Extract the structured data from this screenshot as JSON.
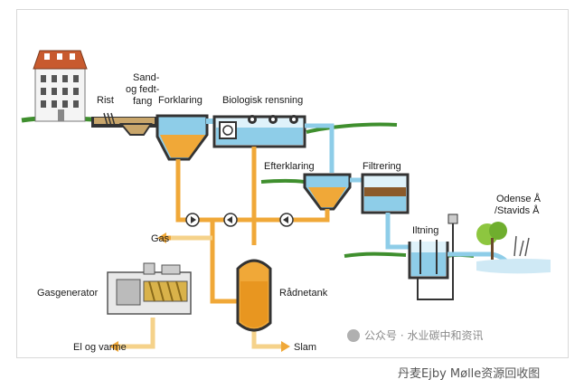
{
  "labels": {
    "rist": "Rist",
    "sand_line1": "Sand-",
    "sand_line2": "og fedt-",
    "sand_line3": "fang",
    "forklaring": "Forklaring",
    "biologisk": "Biologisk rensning",
    "efterklaring": "Efterklaring",
    "filtrering": "Filtrering",
    "gas": "Gas",
    "gasgenerator": "Gasgenerator",
    "raadnetank": "Rådnetank",
    "iltning": "Iltning",
    "odense_line1": "Odense Å",
    "odense_line2": "/Stavids Å",
    "el_og_varme": "El og varme",
    "slam": "Slam"
  },
  "watermark": "公众号 · 水业碳中和资讯",
  "caption": "丹麦Ejby Mølle资源回收图",
  "colors": {
    "water": "#8ecde8",
    "sludge": "#f0a838",
    "ground": "#3f8f2e",
    "dark": "#333333"
  }
}
